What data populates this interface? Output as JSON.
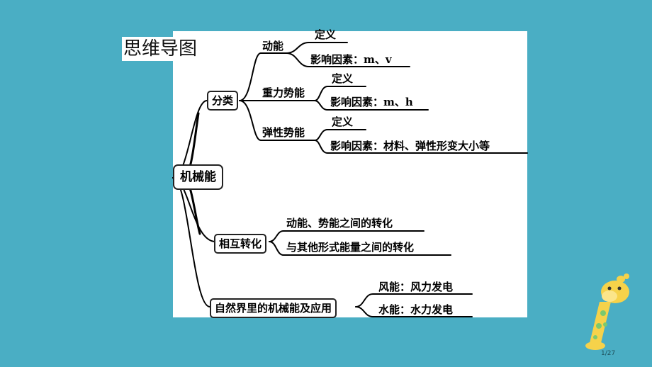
{
  "title": "思维导图",
  "root": "机械能",
  "branches": [
    {
      "label": "分类",
      "children": [
        {
          "label": "动能",
          "children": [
            "定义",
            "影响因素：m、v"
          ]
        },
        {
          "label": "重力势能",
          "children": [
            "定义",
            "影响因素：m、h"
          ]
        },
        {
          "label": "弹性势能",
          "children": [
            "定义",
            "影响因素：材料、弹性形变大小等"
          ]
        }
      ]
    },
    {
      "label": "相互转化",
      "children": [
        "动能、势能之间的转化",
        "与其他形式能量之间的转化"
      ]
    },
    {
      "label": "自然界里的机械能及应用",
      "children": [
        "风能：风力发电",
        "水能：水力发电"
      ]
    }
  ],
  "page_number": "1/27",
  "colors": {
    "background": "#4aaec4",
    "board": "#ffffff",
    "ink": "#000000"
  },
  "decoration": "giraffe-icon"
}
